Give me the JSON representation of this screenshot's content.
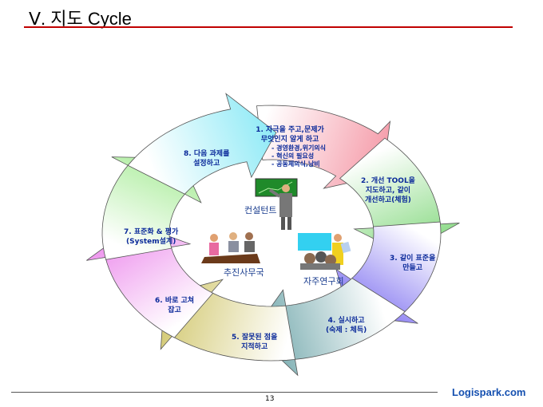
{
  "title": "Ⅴ. 지도 Cycle",
  "steps": [
    {
      "lines": [
        "1. 자극을 주고,문제가",
        "무엇인지 알게 하고"
      ],
      "subs": [
        "- 경영환경,위기의식",
        "- 혁신의 필요성",
        "- 공동체의식,낭비"
      ],
      "color": "#f59aa8"
    },
    {
      "lines": [
        "2. 개선 TOOL을",
        "지도하고, 같이",
        "개선하고(체험)"
      ],
      "color": "#8fdc8a"
    },
    {
      "lines": [
        "3. 같이 표준을",
        "만들고"
      ],
      "color": "#7d6ff0"
    },
    {
      "lines": [
        "4. 실시하고",
        "(숙제 : 체득)"
      ],
      "color": "#6fa6aa"
    },
    {
      "lines": [
        "5. 잘못된 점을",
        "지적하고"
      ],
      "color": "#d2c870"
    },
    {
      "lines": [
        "6. 바로 고쳐",
        "잡고"
      ],
      "color": "#ee96ee"
    },
    {
      "lines": [
        "7. 표준화 & 평가",
        "(System설계)"
      ],
      "color": "#a8ec98"
    },
    {
      "lines": [
        "8. 다음 과제를",
        "설정하고"
      ],
      "color": "#8eeaf6"
    }
  ],
  "roles": {
    "consultant": "컨설턴트",
    "office": "추진사무국",
    "study_group": "자주연구회"
  },
  "footer": {
    "page": "13",
    "brand": "Logispark.com"
  }
}
